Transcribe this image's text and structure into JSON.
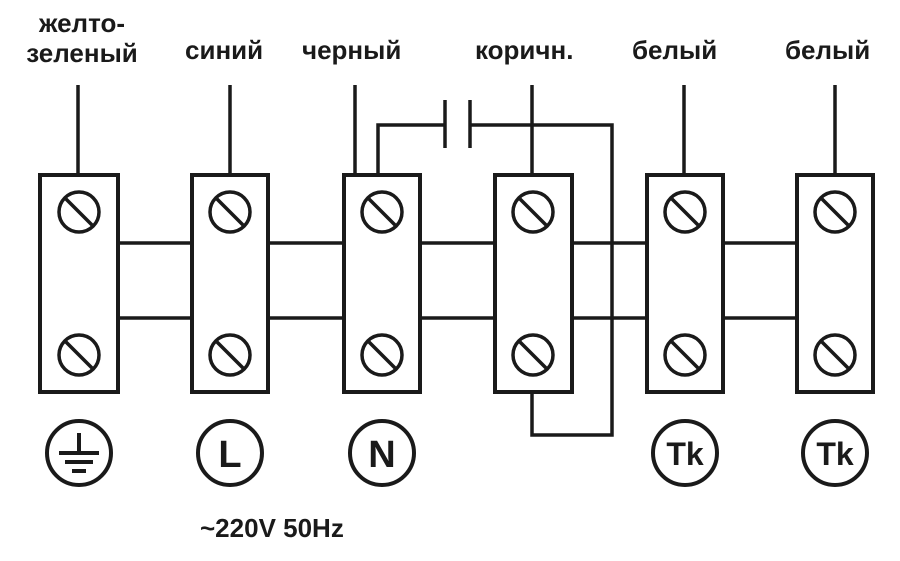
{
  "wire_labels": {
    "ground": "желто-\nзеленый",
    "blue": "синий",
    "black": "черный",
    "brown": "коричн.",
    "white1": "белый",
    "white2": "белый"
  },
  "symbols": {
    "live": "L",
    "neutral": "N",
    "thermal1": "Tk",
    "thermal2": "Tk"
  },
  "supply": "~220V 50Hz",
  "colors": {
    "line": "#1a1a1a",
    "background": "#ffffff"
  },
  "icons": [
    "ground-icon",
    "screw-icon",
    "capacitor-icon"
  ]
}
